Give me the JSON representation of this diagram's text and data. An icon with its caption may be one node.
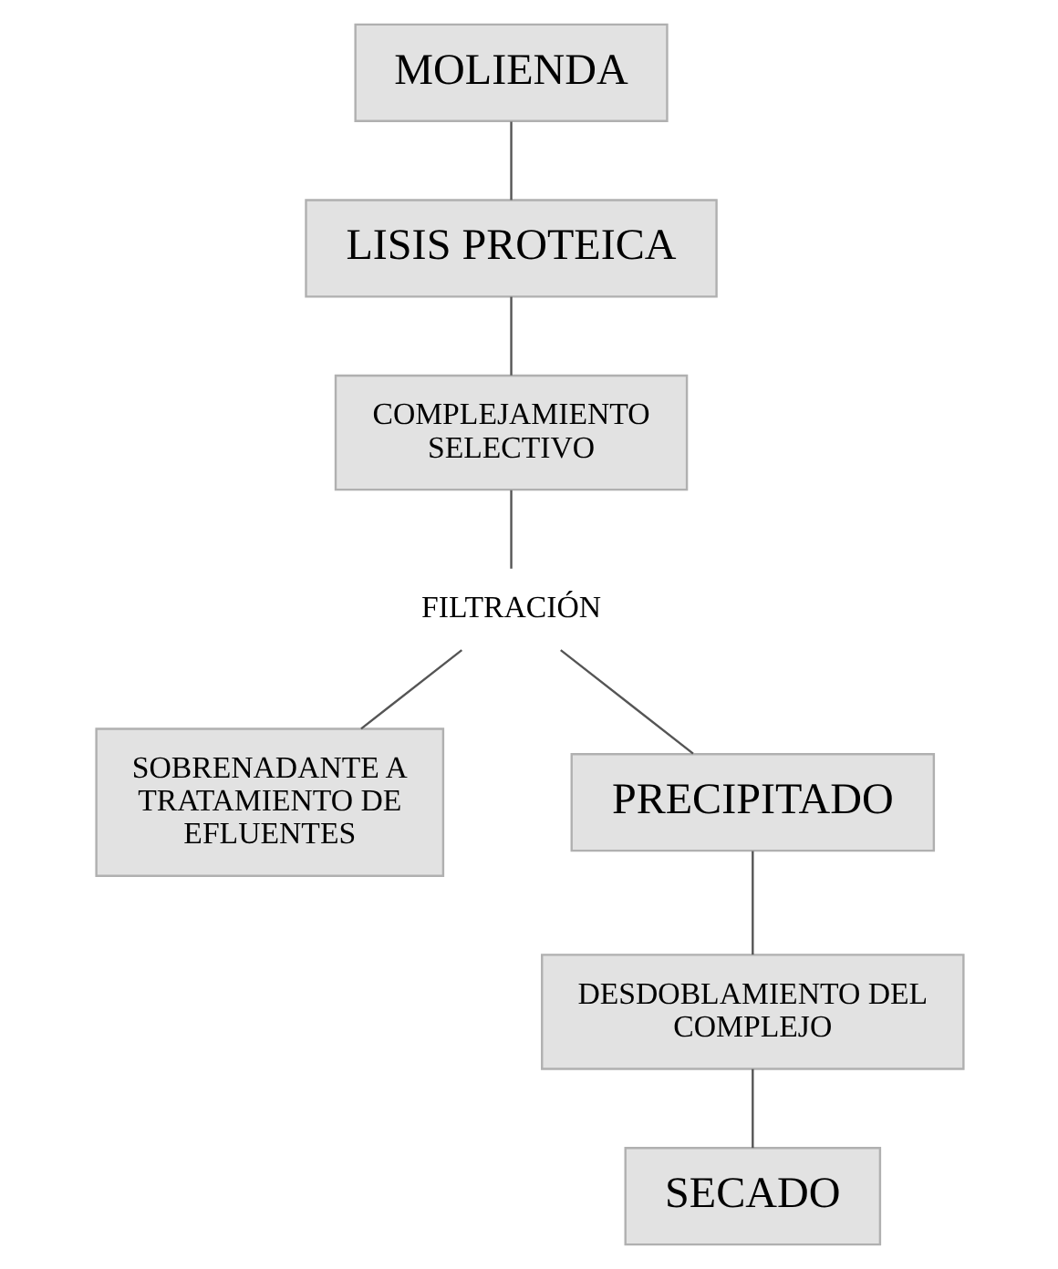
{
  "diagram": {
    "nodes": [
      {
        "text": [
          "MOLIENDA"
        ]
      },
      {
        "text": [
          "LISIS PROTEICA"
        ]
      },
      {
        "text": [
          "COMPLEJAMIENTO SELECTIVO"
        ]
      },
      {
        "text": [
          "FILTRACIÓN"
        ]
      },
      {
        "text": [
          "SOBRENADANTE A TRATAMIENTO DE EFLUENTES"
        ]
      },
      {
        "text": [
          "PRECIPITADO"
        ]
      },
      {
        "text": [
          "DESDOBLAMIENTO DEL COMPLEJO"
        ]
      },
      {
        "text": [
          "SECADO"
        ]
      }
    ],
    "edges": [
      {
        "from": 0,
        "to": 1,
        "arrow": "none"
      },
      {
        "from": 1,
        "to": 2,
        "arrow": "none"
      },
      {
        "from": 2,
        "to": 3,
        "arrow": "none"
      },
      {
        "from": 3,
        "to": 4,
        "arrow": "none"
      },
      {
        "from": 3,
        "to": 5,
        "arrow": "none"
      },
      {
        "from": 5,
        "to": 6,
        "arrow": "none"
      },
      {
        "from": 6,
        "to": 7,
        "arrow": "none"
      }
    ]
  }
}
